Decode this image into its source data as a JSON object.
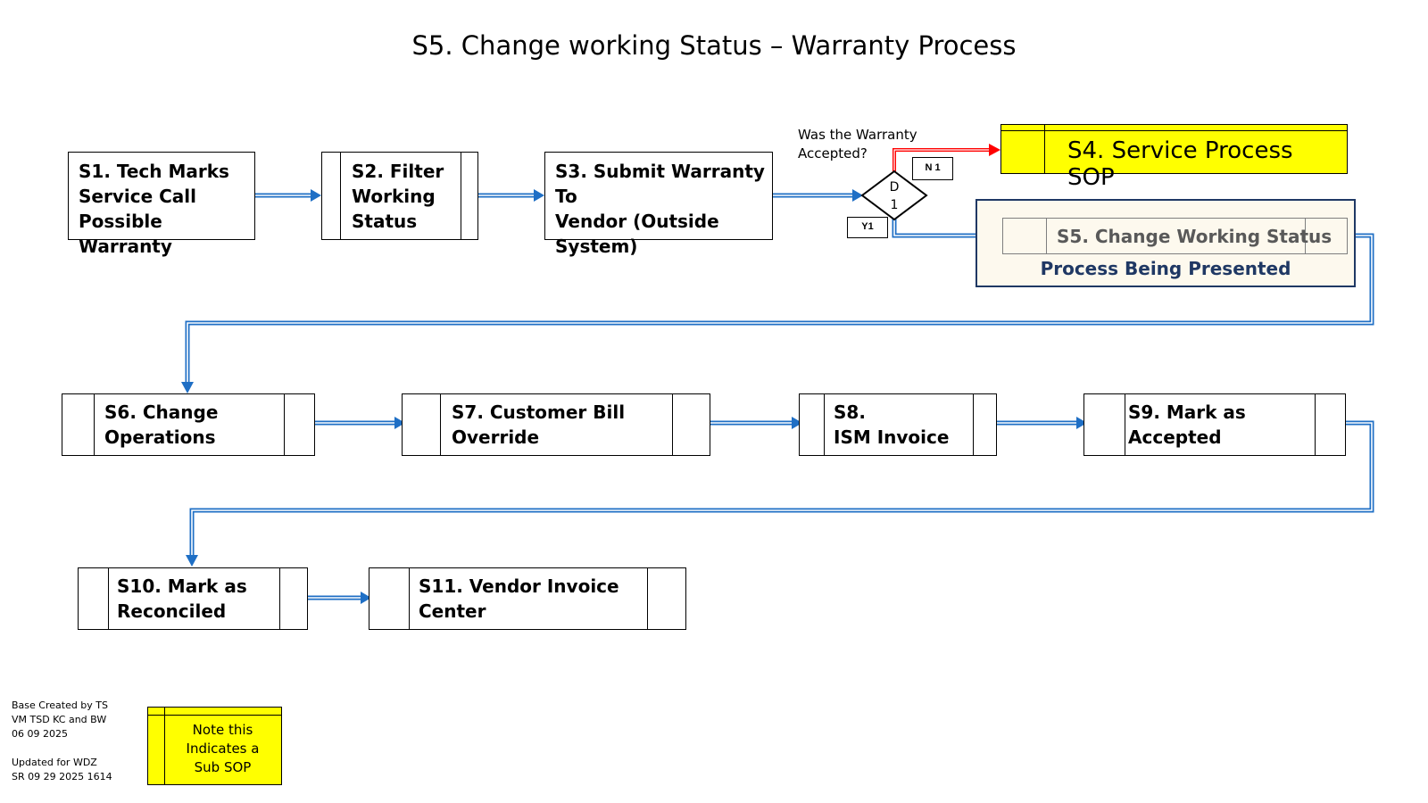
{
  "title": "S5. Change working Status – Warranty Process",
  "steps": {
    "s1": "S1. Tech Marks\nService Call\nPossible Warranty",
    "s2": "S2. Filter\nWorking\nStatus",
    "s3": "S3. Submit Warranty To\nVendor (Outside\nSystem)",
    "s4": "S4. Service Process SOP",
    "s5": "S5. Change Working Status",
    "s6": "S6. Change\nOperations",
    "s7": "S7. Customer Bill\nOverride",
    "s8": "S8.\nISM Invoice",
    "s9": "S9. Mark as\nAccepted",
    "s10": "S10. Mark as\nReconciled",
    "s11": "S11. Vendor Invoice\nCenter"
  },
  "s5_caption": "Process Being Presented",
  "decision": {
    "question": "Was the Warranty\nAccepted?",
    "label_top": "D",
    "label_bottom": "1",
    "no_tag": "N 1",
    "yes_tag": "Y1"
  },
  "credits": "Base Created by TS\nVM TSD KC and BW\n06 09 2025\n\nUpdated for WDZ\nSR 09 29 2025 1614",
  "legend_note": "Note this\nIndicates a\nSub SOP",
  "colors": {
    "connector_blue": "#1f6fc5",
    "no_branch_red": "#ff0000",
    "sub_sop_yellow": "#ffff00",
    "current_frame_navy": "#1f3864"
  }
}
